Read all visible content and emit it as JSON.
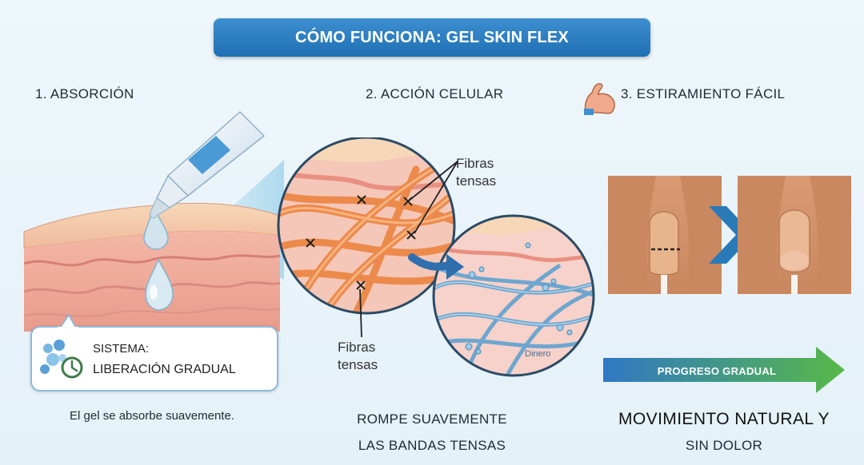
{
  "title": "CÓMO FUNCIONA: GEL SKIN FLEX",
  "steps": [
    {
      "title": "1. ABSORCIÓN",
      "caption": "El gel se absorbe suavemente."
    },
    {
      "title": "2. ACCIÓN CELULAR",
      "caption_line1": "ROMPE SUAVEMENTE",
      "caption_line2": "LAS BANDAS TENSAS"
    },
    {
      "title": "3. ESTIRAMIENTO FÁCIL",
      "caption_line1": "MOVIMIENTO NATURAL Y",
      "caption_line2": "SIN DOLOR"
    }
  ],
  "system_box": {
    "line1": "SISTEMA:",
    "line2": "LIBERACIÓN GRADUAL"
  },
  "labels": {
    "fibras_top_1": "Fibras",
    "fibras_top_2": "tensas",
    "fibras_bottom_1": "Fibras",
    "fibras_bottom_2": "tensas",
    "dinero": "Dinero"
  },
  "progress_arrow": {
    "label": "PROGRESO GRADUAL"
  },
  "icons": [
    "gel-tube-icon",
    "flexed-arm-icon",
    "microbead-timer-icon",
    "chevron-right-icon"
  ],
  "colors": {
    "banner": "#1f6fb3",
    "skin": "#f2b5a8",
    "fiber_tense": "#ee8a4a",
    "fiber_relaxed": "#6ea6cf",
    "arrow_start": "#2f78c4",
    "arrow_end": "#58b947"
  }
}
